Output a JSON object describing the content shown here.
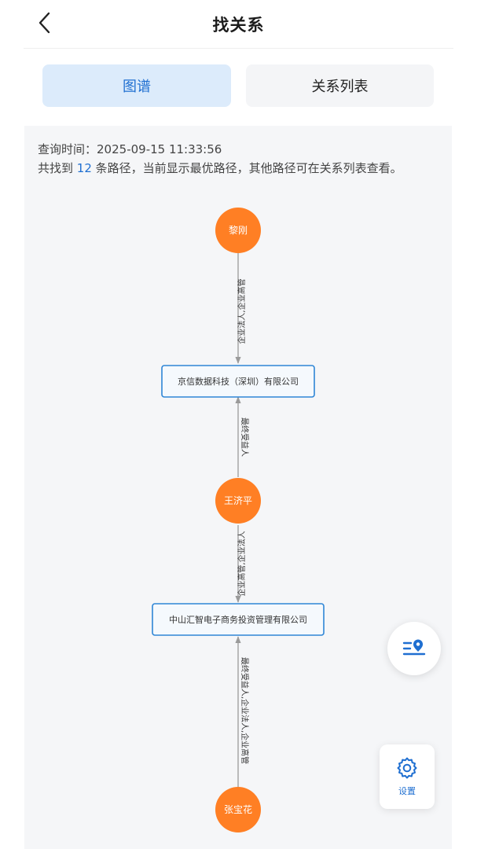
{
  "header": {
    "title": "找关系",
    "back_icon": "chevron-left-icon"
  },
  "tabs": [
    {
      "label": "图谱",
      "active": true
    },
    {
      "label": "关系列表",
      "active": false
    }
  ],
  "query": {
    "time_label": "查询时间：",
    "time_value": "2025-09-15 11:33:56",
    "found_prefix": "共找到",
    "count": "12",
    "found_suffix": "条路径，当前显示最优路径，其他路径可在关系列表查看。"
  },
  "graph": {
    "nodes": [
      {
        "id": "n1",
        "type": "person",
        "label": "黎刚"
      },
      {
        "id": "n2",
        "type": "company",
        "label": "京信数据科技（深圳）有限公司"
      },
      {
        "id": "n3",
        "type": "person",
        "label": "王济平"
      },
      {
        "id": "n4",
        "type": "company",
        "label": "中山汇智电子商务投资管理有限公司"
      },
      {
        "id": "n5",
        "type": "person",
        "label": "张宝花"
      }
    ],
    "edges": [
      {
        "label": "企业法人,企业高管"
      },
      {
        "label": "最终受益人"
      },
      {
        "label": "企业高管,企业法人"
      },
      {
        "label": "最终受益人,企业法人,企业高管"
      }
    ]
  },
  "floating": {
    "locate_icon": "location-list-icon",
    "settings_icon": "gear-icon",
    "settings_label": "设置"
  },
  "colors": {
    "accent": "#1f6fd1",
    "person_node": "#ff7f24",
    "company_border": "#2f86d6",
    "edge": "#9a9a9a"
  }
}
